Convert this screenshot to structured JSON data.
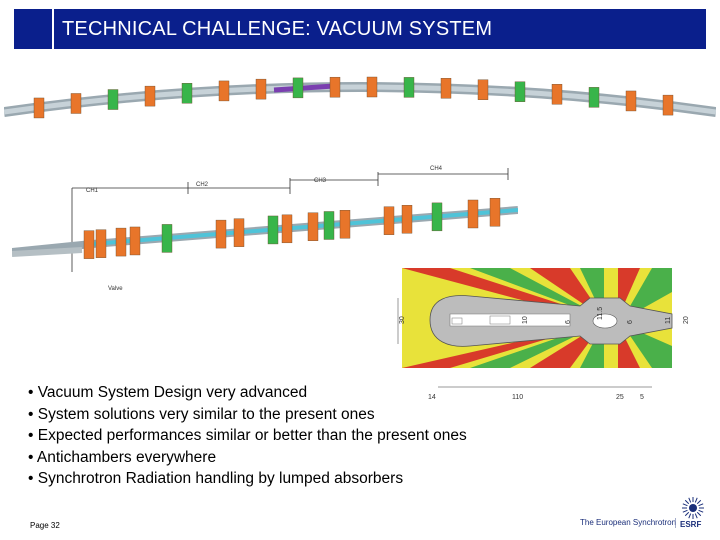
{
  "slide": {
    "title": "TECHNICAL CHALLENGE: VACUUM SYSTEM",
    "bullets": [
      "• Vacuum System Design very advanced",
      "• System solutions very similar to the present ones",
      "• Expected performances similar or better than the present ones",
      "• Antichambers everywhere",
      "• Synchrotron Radiation handling by lumped absorbers"
    ],
    "footer": {
      "page": "Page 32",
      "brand": "The European Synchrotron",
      "logo_text": "ESRF"
    }
  },
  "figure_labels": {
    "ch1": "CH1",
    "ch2": "CH2",
    "ch3": "CH3",
    "ch4": "CH4",
    "valve": "Valve"
  },
  "cross_section": {
    "dims": [
      "30",
      "10",
      "6",
      "11.5",
      "6",
      "11",
      "20",
      "14",
      "110",
      "25",
      "5"
    ]
  },
  "colors": {
    "title_bar": "#0a1f8c",
    "magnet_orange": "#e8752a",
    "magnet_green": "#38b54a",
    "beam_pipe": "#4fc3d8",
    "section_red": "#d83a2a",
    "section_yellow": "#e8e23a",
    "section_green": "#4ab04a"
  }
}
